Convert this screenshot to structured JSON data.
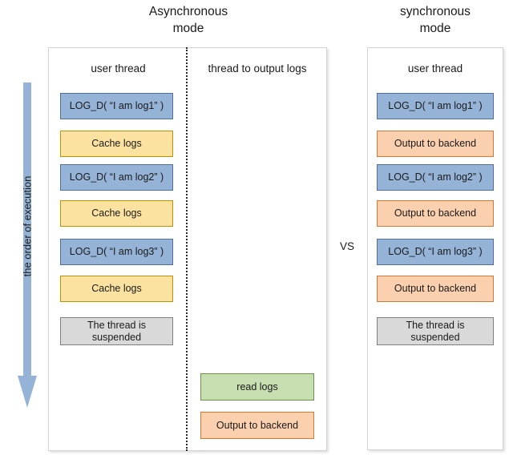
{
  "titles": {
    "async": "Asynchronous\nmode",
    "sync": "synchronous\nmode"
  },
  "vs_label": "VS",
  "order_arrow": {
    "label": "the order of execution",
    "color": "#95b3d7",
    "direction": "down"
  },
  "async_panel": {
    "columns": [
      {
        "header": "user thread",
        "steps": [
          {
            "label": "LOG_D( “I am log1” )",
            "color": "blue"
          },
          {
            "label": "Cache logs",
            "color": "yellow"
          },
          {
            "label": "LOG_D( “I am log2” )",
            "color": "blue"
          },
          {
            "label": "Cache logs",
            "color": "yellow"
          },
          {
            "label": "LOG_D( “I am log3” )",
            "color": "blue"
          },
          {
            "label": "Cache logs",
            "color": "yellow"
          },
          {
            "label": "The thread is\nsuspended",
            "color": "gray"
          }
        ]
      },
      {
        "header": "thread to output logs",
        "steps": [
          {
            "label": "read logs",
            "color": "green"
          },
          {
            "label": "Output to backend",
            "color": "orange"
          }
        ]
      }
    ]
  },
  "sync_panel": {
    "columns": [
      {
        "header": "user thread",
        "steps": [
          {
            "label": "LOG_D( “I am log1” )",
            "color": "blue"
          },
          {
            "label": "Output to backend",
            "color": "orange"
          },
          {
            "label": "LOG_D( “I am log2” )",
            "color": "blue"
          },
          {
            "label": "Output to backend",
            "color": "orange"
          },
          {
            "label": "LOG_D( “I am log3” )",
            "color": "blue"
          },
          {
            "label": "Output to backend",
            "color": "orange"
          },
          {
            "label": "The thread is\nsuspended",
            "color": "gray"
          }
        ]
      }
    ]
  },
  "colors": {
    "blue": "#95b3d7",
    "yellow": "#fbe2a0",
    "orange": "#fad0ae",
    "green": "#c6deb0",
    "gray": "#d9d9d9",
    "panel_border": "#d3d3d3",
    "divider": "#2b2b2b"
  }
}
